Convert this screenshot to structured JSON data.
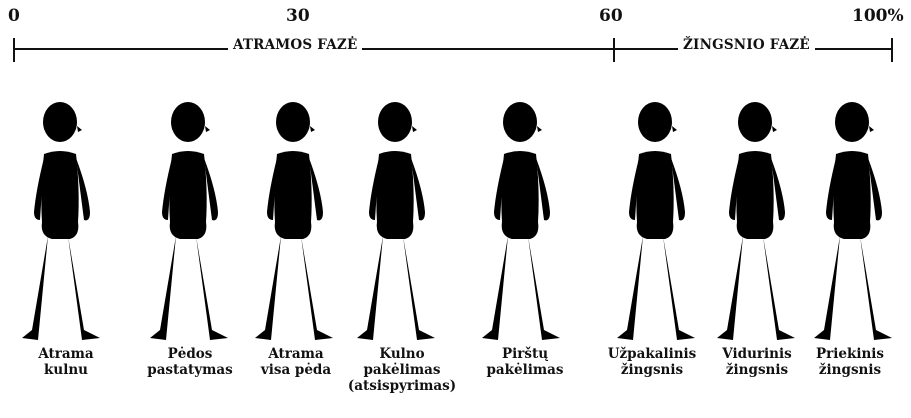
{
  "scale": {
    "ticks": [
      "0",
      "30",
      "60",
      "100%"
    ],
    "stance_phase": "ATRAMOS FAZĖ",
    "swing_phase": "ŽINGSNIO FAZĖ"
  },
  "stages": [
    {
      "line1": "Atrama",
      "line2": "kulnu",
      "line3": ""
    },
    {
      "line1": "Pėdos",
      "line2": "pastatymas",
      "line3": ""
    },
    {
      "line1": "Atrama",
      "line2": "visa pėda",
      "line3": ""
    },
    {
      "line1": "Kulno",
      "line2": "pakėlimas",
      "line3": "(atsispyrimas)"
    },
    {
      "line1": "Pirštų",
      "line2": "pakėlimas",
      "line3": ""
    },
    {
      "line1": "Užpakalinis",
      "line2": "žingsnis",
      "line3": ""
    },
    {
      "line1": "Vidurinis",
      "line2": "žingsnis",
      "line3": ""
    },
    {
      "line1": "Priekinis",
      "line2": "žingsnis",
      "line3": ""
    }
  ]
}
